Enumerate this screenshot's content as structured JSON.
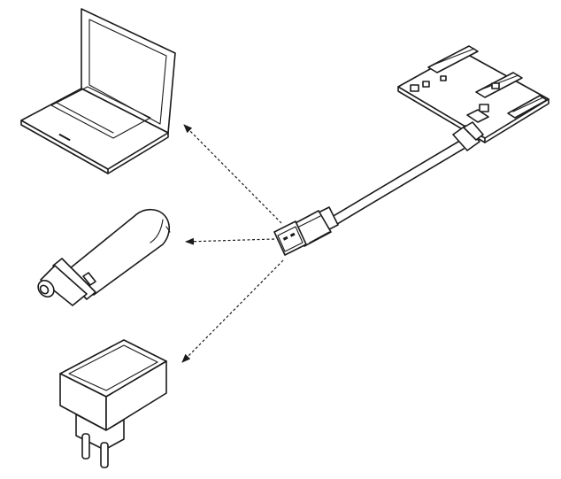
{
  "diagram": {
    "hub": "usb-a-plug",
    "targets": [
      "laptop",
      "car-charger",
      "wall-adapter"
    ],
    "source": "development-board",
    "connector_style": "dotted-arrow"
  },
  "colors": {
    "line": "#1a1a1a",
    "background": "#ffffff"
  }
}
